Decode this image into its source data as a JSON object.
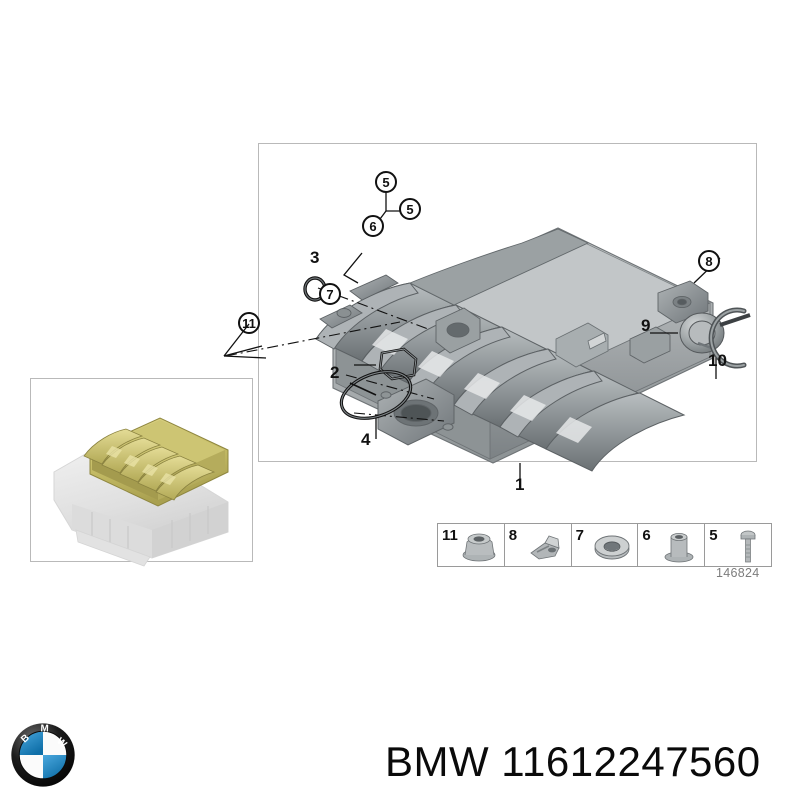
{
  "document": {
    "type": "parts-diagram",
    "brand": "BMW",
    "part_number": "11612247560",
    "footer_label": "BMW 11612247560",
    "diagram_reference": "146824"
  },
  "main_diagram": {
    "subject": "intake manifold assembly",
    "assembly_callout": "1",
    "callouts": [
      {
        "id": "c5a",
        "label": "5",
        "style": "circle"
      },
      {
        "id": "c5b",
        "label": "5",
        "style": "circle"
      },
      {
        "id": "c6",
        "label": "6",
        "style": "circle"
      },
      {
        "id": "c3",
        "label": "3",
        "style": "plain"
      },
      {
        "id": "c7",
        "label": "7",
        "style": "circle"
      },
      {
        "id": "c8",
        "label": "8",
        "style": "circle"
      },
      {
        "id": "c9",
        "label": "9",
        "style": "plain"
      },
      {
        "id": "c10",
        "label": "10",
        "style": "plain"
      },
      {
        "id": "c2",
        "label": "2",
        "style": "plain"
      },
      {
        "id": "c4",
        "label": "4",
        "style": "plain"
      },
      {
        "id": "c11",
        "label": "11",
        "style": "circle"
      },
      {
        "id": "c1",
        "label": "1",
        "style": "plain"
      }
    ]
  },
  "inset": {
    "subject": "engine block with intake manifold highlighted",
    "highlight_color": "#c9c06a",
    "ghost_color": "#e3e3e3"
  },
  "legend": {
    "items": [
      {
        "number": "11",
        "part": "flange-nut"
      },
      {
        "number": "8",
        "part": "clip-bracket"
      },
      {
        "number": "7",
        "part": "washer-ring"
      },
      {
        "number": "6",
        "part": "grommet-sleeve"
      },
      {
        "number": "5",
        "part": "bolt-screw"
      }
    ],
    "code": "146824"
  },
  "colors": {
    "frame_border": "#b9b9b9",
    "metal_light": "#c8cacb",
    "metal_mid": "#9aa0a2",
    "metal_dark": "#6e7476",
    "line": "#111111",
    "bmw_blue": "#1b8ccc"
  }
}
